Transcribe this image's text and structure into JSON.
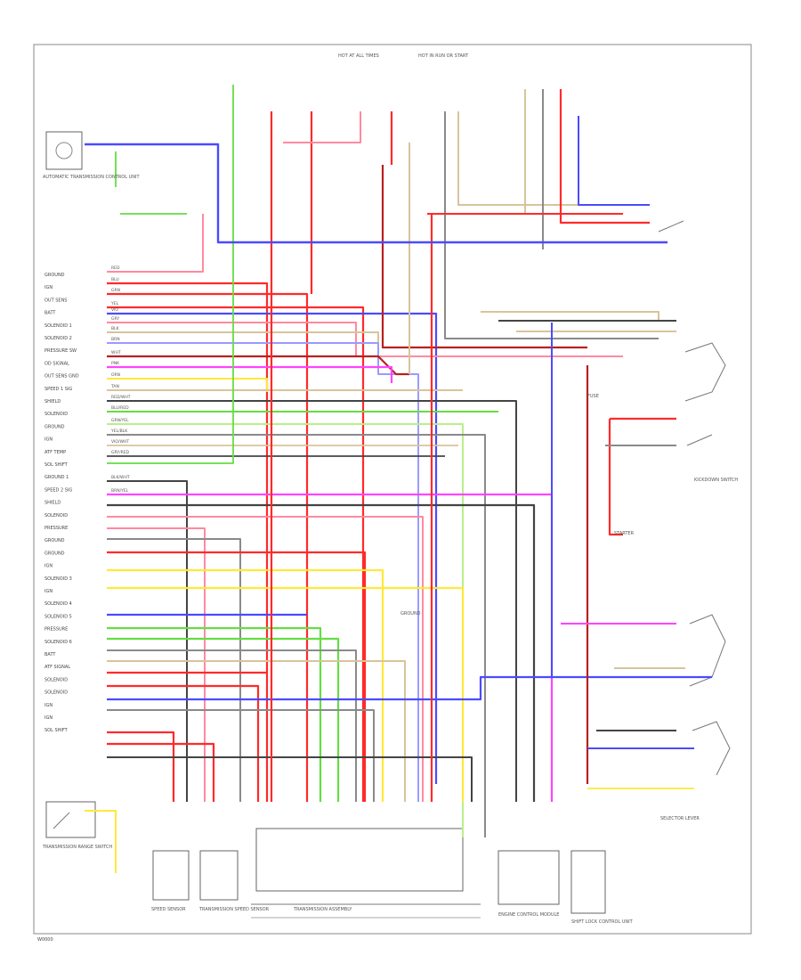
{
  "footer": {
    "code": "W0000"
  },
  "colors": {
    "red": "#ff2a2a",
    "blue": "#4b4bff",
    "green": "#66dd44",
    "yellow": "#ffe83a",
    "magenta": "#ff44ff",
    "gray": "#8a8a8a",
    "dark": "#444444",
    "tan": "#d8c49a",
    "lightblue": "#9b9bff",
    "pink": "#ff8aa0",
    "darkred": "#b82020",
    "lightgreen": "#b8f08a"
  },
  "ecu_labels": [
    "GROUND",
    "IGN",
    "OUT SENS",
    "BATT",
    "SOLENOID 1",
    "SOLENOID 2",
    "PRESSURE SW",
    "OD SIGNAL",
    "OUT SENS GND",
    "SPEED 1 SIG",
    "SHIELD",
    "SOLENOID",
    "GROUND",
    "IGN",
    "ATF TEMP",
    "SOL SHIFT",
    "GROUND 1",
    "SPEED 2 SIG",
    "SHIELD",
    "SOLENOID",
    "PRESSURE",
    "GROUND",
    "GROUND",
    "IGN",
    "SOLENOID 3",
    "IGN",
    "SOLENOID 4",
    "SOLENOID 5",
    "PRESSURE",
    "SOLENOID 6",
    "BATT",
    "ATF SIGNAL",
    "SOLENOID",
    "SOLENOID",
    "IGN",
    "IGN",
    "SOL SHIFT"
  ],
  "components": [
    {
      "label": "AUTOMATIC TRANSMISSION CONTROL UNIT"
    },
    {
      "label": "SPEED SENSOR"
    },
    {
      "label": "TRANSMISSION SPEED SENSOR"
    },
    {
      "label": "TRANSMISSION ASSEMBLY"
    },
    {
      "label": "ENGINE CONTROL MODULE"
    },
    {
      "label": "SHIFT LOCK CONTROL UNIT"
    },
    {
      "label": "TRANSMISSION RANGE SWITCH"
    },
    {
      "label": "SELECTOR LEVER"
    },
    {
      "label": "KICKDOWN SWITCH"
    },
    {
      "label": "HOT AT ALL TIMES"
    },
    {
      "label": "HOT IN RUN OR START"
    },
    {
      "label": "FUSE"
    },
    {
      "label": "GROUND"
    },
    {
      "label": "STARTER"
    }
  ],
  "pin_tags": [
    "RED",
    "BLU",
    "GRN",
    "YEL",
    "VIO",
    "GRY",
    "BLK",
    "BRN",
    "WHT",
    "PNK",
    "ORN",
    "TAN",
    "RED/WHT",
    "BLU/RED",
    "GRN/YEL",
    "YEL/BLK",
    "VIO/WHT",
    "GRY/RED",
    "BLK/WHT",
    "BRN/YEL"
  ]
}
